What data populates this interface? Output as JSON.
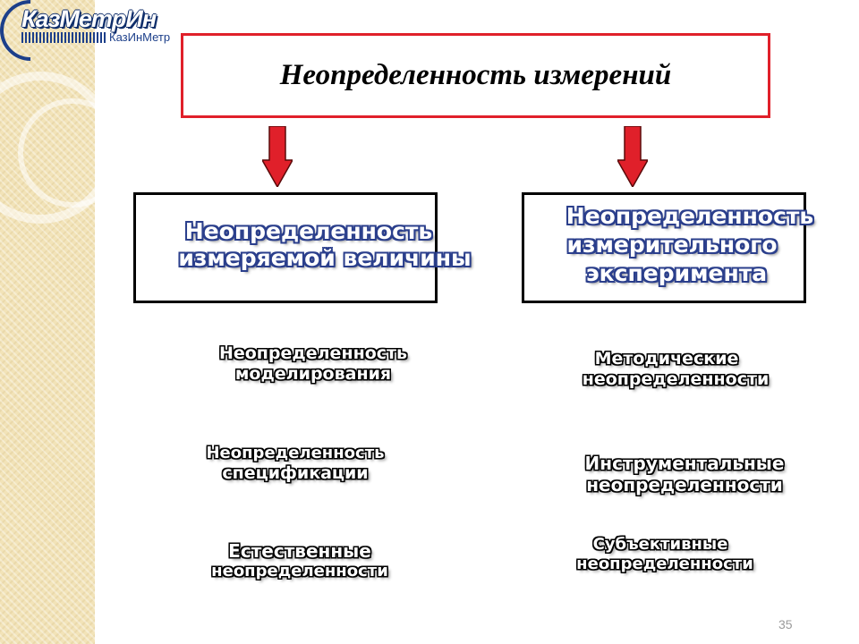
{
  "logo": {
    "main": "КазМетрИн",
    "sub": "КазИнМетр"
  },
  "title": "Неопределенность измерений",
  "left_category": {
    "line1": "Неопределенность",
    "line2": "измеряемой величины"
  },
  "right_category": {
    "line1": "Неопределенность",
    "line2": "измерительного",
    "line3": "эксперимента"
  },
  "left_items": [
    {
      "line1": "Неопределенность",
      "line2": "моделирования"
    },
    {
      "line1": "Неопределенность",
      "line2": "спецификации"
    },
    {
      "line1": "Естественные",
      "line2": "неопределенности"
    }
  ],
  "right_items": [
    {
      "line1": "Методические",
      "line2": "неопределенности"
    },
    {
      "line1": "Инструментальные",
      "line2": "неопределенности"
    },
    {
      "line1": "Субъективные",
      "line2": "неопределенности"
    }
  ],
  "page_number": "35",
  "colors": {
    "title_border": "#e0202a",
    "arrow_fill": "#e0202a",
    "category_outline": "#2b3f8c",
    "side_strip": "#f2e3b8"
  }
}
